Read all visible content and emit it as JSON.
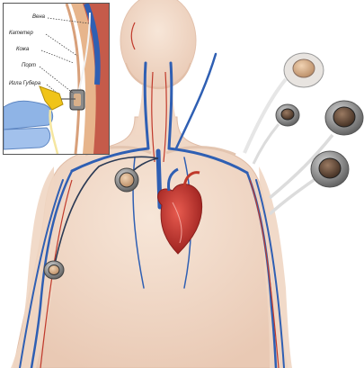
{
  "inset": {
    "labels": [
      {
        "key": "vein",
        "text": "Вена"
      },
      {
        "key": "catheter",
        "text": "Катетер"
      },
      {
        "key": "skin",
        "text": "Кожа"
      },
      {
        "key": "port",
        "text": "Порт"
      },
      {
        "key": "needle",
        "text": "Игла Губера"
      }
    ]
  },
  "colors": {
    "skin": "#f3dccb",
    "skin_shadow": "#e8c8b2",
    "vein": "#2f5fb3",
    "artery": "#c0392b",
    "heart": "#c8332f",
    "port_metal": "#8a8a8a",
    "port_septum": "#d8b08a",
    "glove": "#8fb4e6",
    "needle_hub": "#f0c419"
  }
}
